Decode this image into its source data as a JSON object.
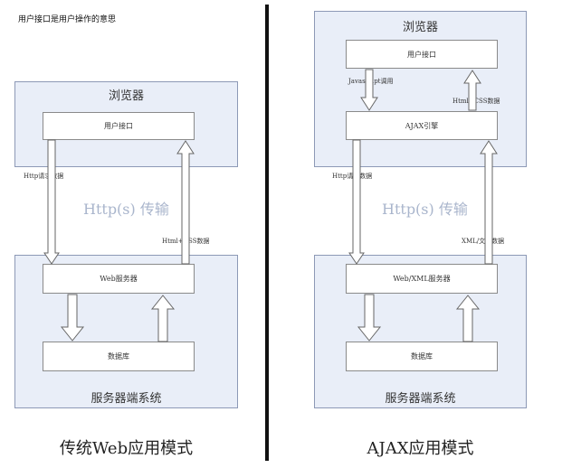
{
  "note": "用户接口是用户操作的意思",
  "left": {
    "browser_title": "浏览器",
    "user_interface": "用户接口",
    "request_label": "Http请求数据",
    "transport_label": "Http(s) 传输",
    "response_label": "Html+CSS数据",
    "server_box": "Web服务器",
    "database_box": "数据库",
    "server_system_title": "服务器端系统",
    "caption": "传统Web应用模式"
  },
  "right": {
    "browser_title": "浏览器",
    "user_interface": "用户接口",
    "js_call_label": "Javascript调用",
    "html_css_label": "Html+CSS数据",
    "ajax_engine": "AJAX引擎",
    "request_label": "Http请求数据",
    "transport_label": "Http(s) 传输",
    "xml_label": "XML/文本数据",
    "server_box": "Web/XML服务器",
    "database_box": "数据库",
    "server_system_title": "服务器端系统",
    "caption": "AJAX应用模式"
  }
}
